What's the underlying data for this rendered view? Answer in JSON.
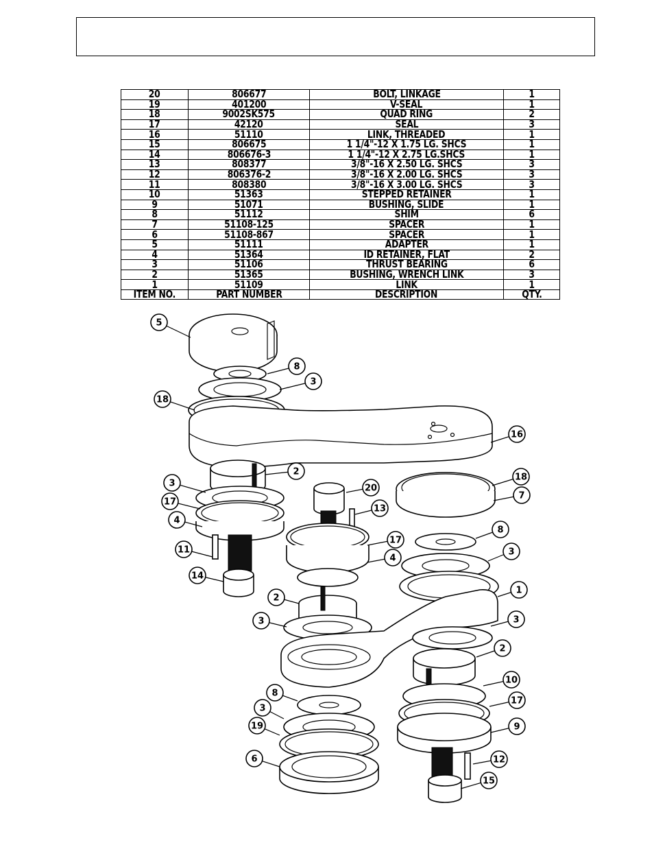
{
  "bom": {
    "headers": [
      "ITEM NO.",
      "PART NUMBER",
      "DESCRIPTION",
      "QTY."
    ],
    "rows": [
      {
        "item": "20",
        "part": "806677",
        "desc": "BOLT, LINKAGE",
        "qty": "1"
      },
      {
        "item": "19",
        "part": "401200",
        "desc": "V-SEAL",
        "qty": "1"
      },
      {
        "item": "18",
        "part": "9002SK575",
        "desc": "QUAD RING",
        "qty": "2"
      },
      {
        "item": "17",
        "part": "42120",
        "desc": "SEAL",
        "qty": "3"
      },
      {
        "item": "16",
        "part": "51110",
        "desc": "LINK, THREADED",
        "qty": "1"
      },
      {
        "item": "15",
        "part": "806675",
        "desc": "1 1/4\"-12 X 1.75 LG. SHCS",
        "qty": "1"
      },
      {
        "item": "14",
        "part": "806676-3",
        "desc": "1 1/4\"-12 X 2.75 LG.SHCS",
        "qty": "1"
      },
      {
        "item": "13",
        "part": "808377",
        "desc": "3/8\"-16 X 2.50 LG. SHCS",
        "qty": "3"
      },
      {
        "item": "12",
        "part": "806376-2",
        "desc": "3/8\"-16 X 2.00 LG. SHCS",
        "qty": "3"
      },
      {
        "item": "11",
        "part": "808380",
        "desc": "3/8\"-16 X 3.00 LG. SHCS",
        "qty": "3"
      },
      {
        "item": "10",
        "part": "51363",
        "desc": "STEPPED RETAINER",
        "qty": "1"
      },
      {
        "item": "9",
        "part": "51071",
        "desc": "BUSHING, SLIDE",
        "qty": "1"
      },
      {
        "item": "8",
        "part": "51112",
        "desc": "SHIM",
        "qty": "6"
      },
      {
        "item": "7",
        "part": "51108-125",
        "desc": "SPACER",
        "qty": "1"
      },
      {
        "item": "6",
        "part": "51108-867",
        "desc": "SPACER",
        "qty": "1"
      },
      {
        "item": "5",
        "part": "51111",
        "desc": "ADAPTER",
        "qty": "1"
      },
      {
        "item": "4",
        "part": "51364",
        "desc": "ID RETAINER, FLAT",
        "qty": "2"
      },
      {
        "item": "3",
        "part": "51106",
        "desc": "THRUST BEARING",
        "qty": "6"
      },
      {
        "item": "2",
        "part": "51365",
        "desc": "BUSHING, WRENCH LINK",
        "qty": "3"
      },
      {
        "item": "1",
        "part": "51109",
        "desc": "LINK",
        "qty": "1"
      }
    ]
  },
  "callouts": [
    "5",
    "8",
    "3",
    "18",
    "16",
    "2",
    "3",
    "17",
    "4",
    "11",
    "14",
    "20",
    "13",
    "17",
    "4",
    "18",
    "7",
    "8",
    "3",
    "2",
    "3",
    "1",
    "3",
    "2",
    "10",
    "17",
    "9",
    "8",
    "3",
    "19",
    "6",
    "12",
    "15"
  ]
}
